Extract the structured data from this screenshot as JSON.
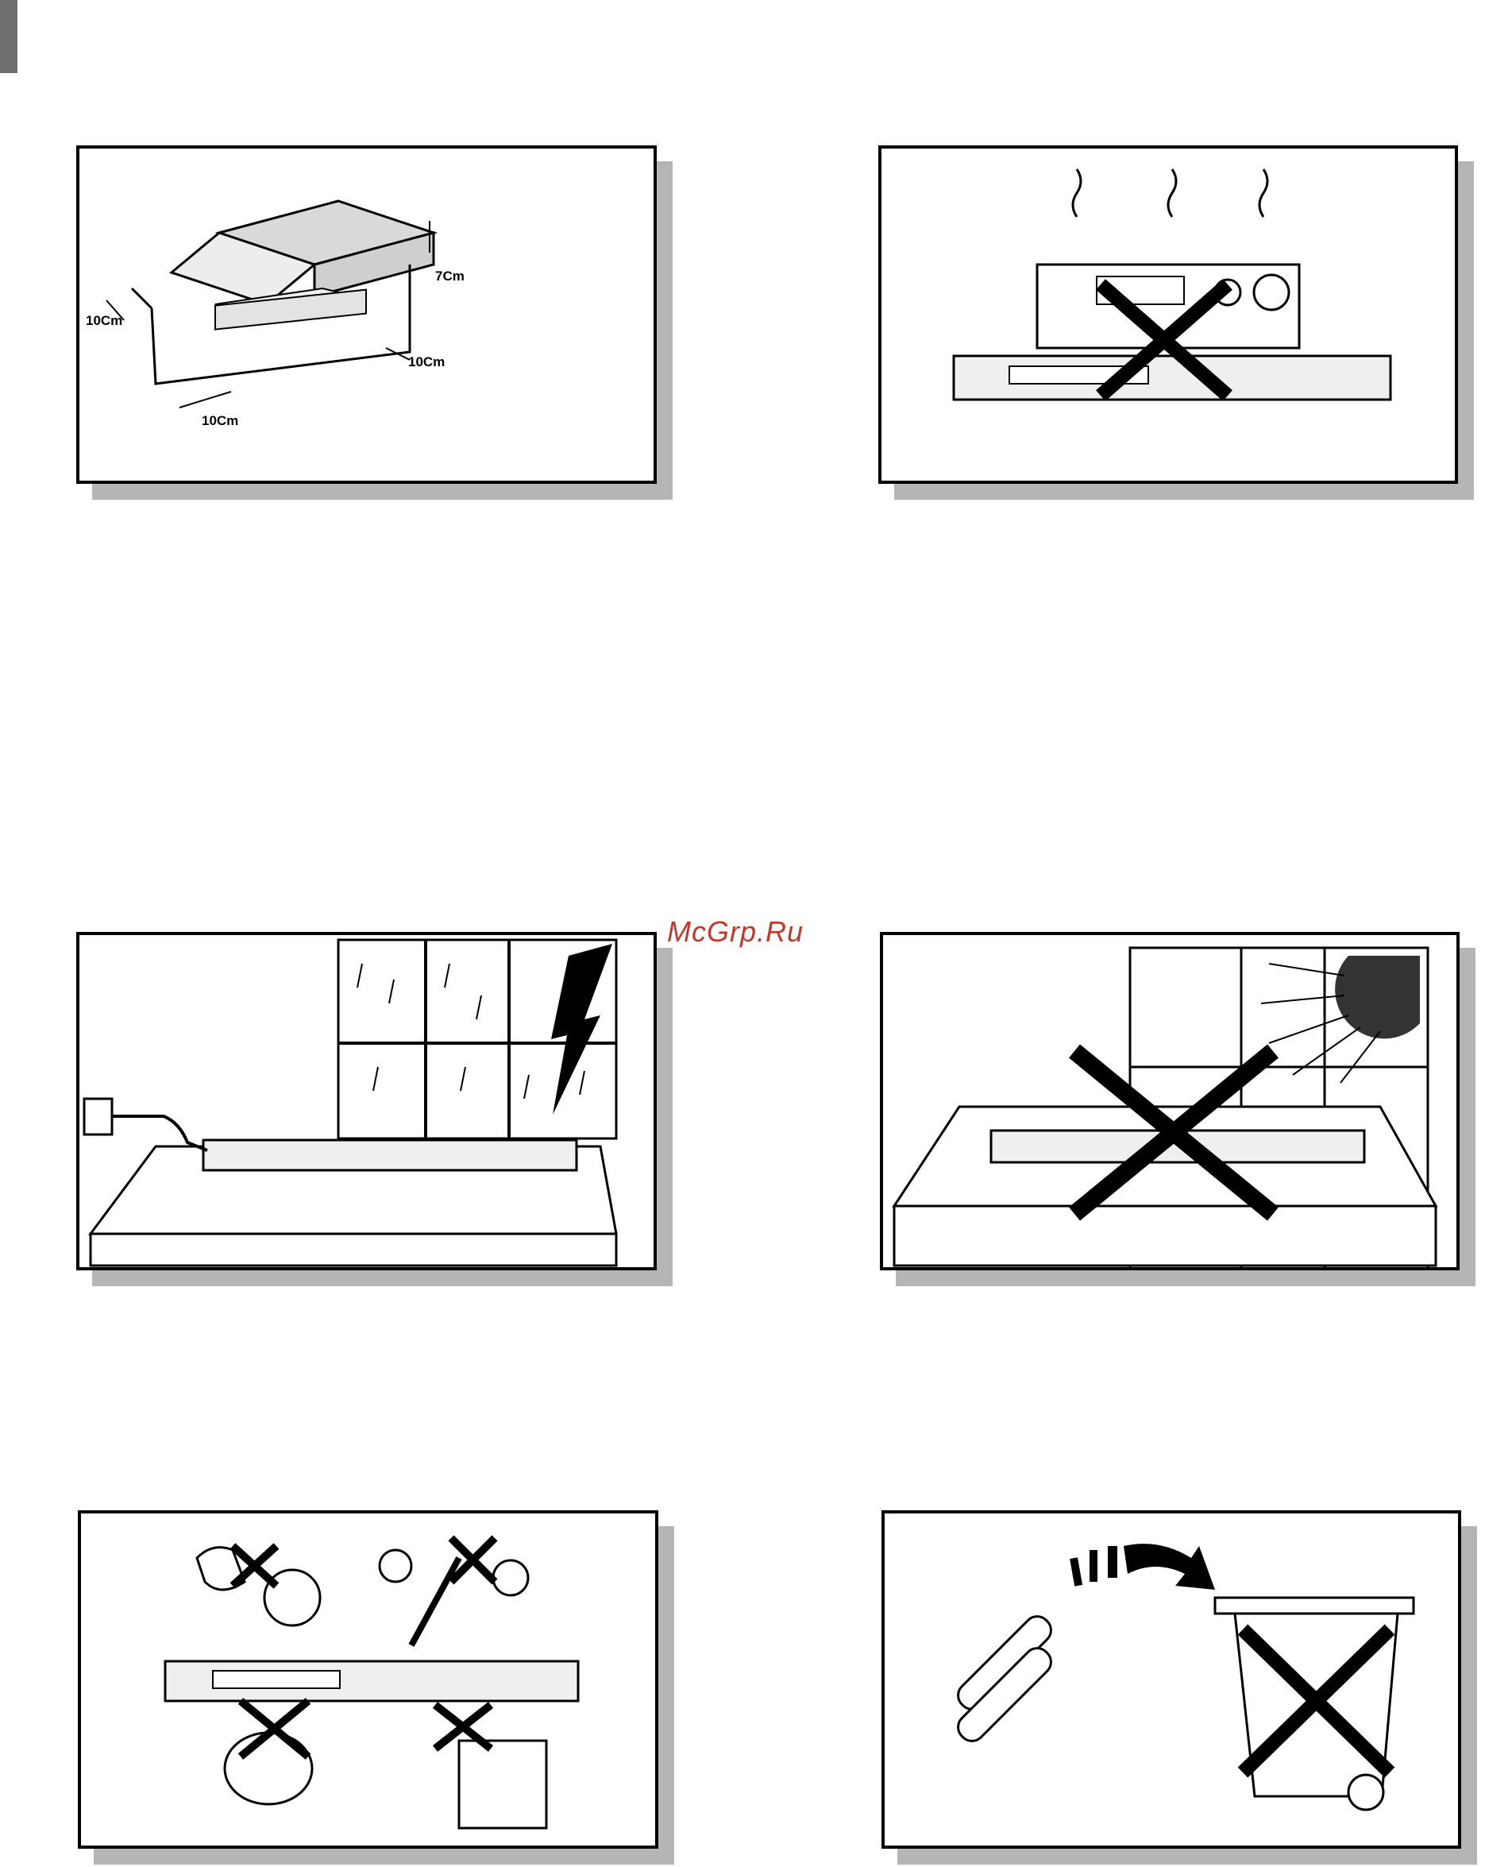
{
  "page": {
    "watermark": "McGrp.Ru"
  },
  "panels": {
    "ventilation": {
      "label_top": "7Cm",
      "label_left": "10Cm",
      "label_right": "10Cm",
      "label_bottom": "10Cm"
    },
    "stacking": {},
    "storm": {},
    "sunlight": {},
    "environment": {},
    "batteries": {}
  },
  "colors": {
    "ink": "#000000",
    "shadow": "#b5b5b5",
    "panel_fill": "#e6e6e6",
    "watermark": "#c0392b"
  }
}
